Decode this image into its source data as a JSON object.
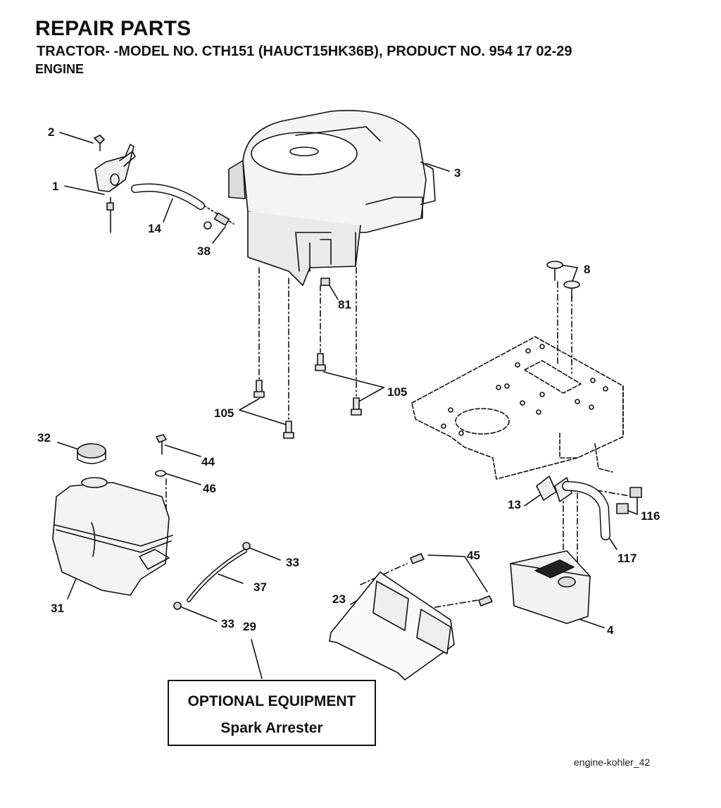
{
  "header": {
    "title": "REPAIR PARTS",
    "subtitle": "TRACTOR- -MODEL NO. CTH151 (HAUCT15HK36B), PRODUCT NO. 954 17 02-29",
    "section": "ENGINE"
  },
  "callouts": {
    "c1": "1",
    "c2": "2",
    "c3": "3",
    "c4": "4",
    "c8": "8",
    "c13": "13",
    "c14": "14",
    "c23": "23",
    "c29": "29",
    "c31": "31",
    "c32": "32",
    "c33a": "33",
    "c33b": "33",
    "c37": "37",
    "c38": "38",
    "c44": "44",
    "c45": "45",
    "c46": "46",
    "c81": "81",
    "c105a": "105",
    "c105b": "105",
    "c116": "116",
    "c117": "117"
  },
  "optional_box": {
    "line1": "OPTIONAL EQUIPMENT",
    "line2": "Spark Arrester"
  },
  "footer_code": "engine-kohler_42"
}
